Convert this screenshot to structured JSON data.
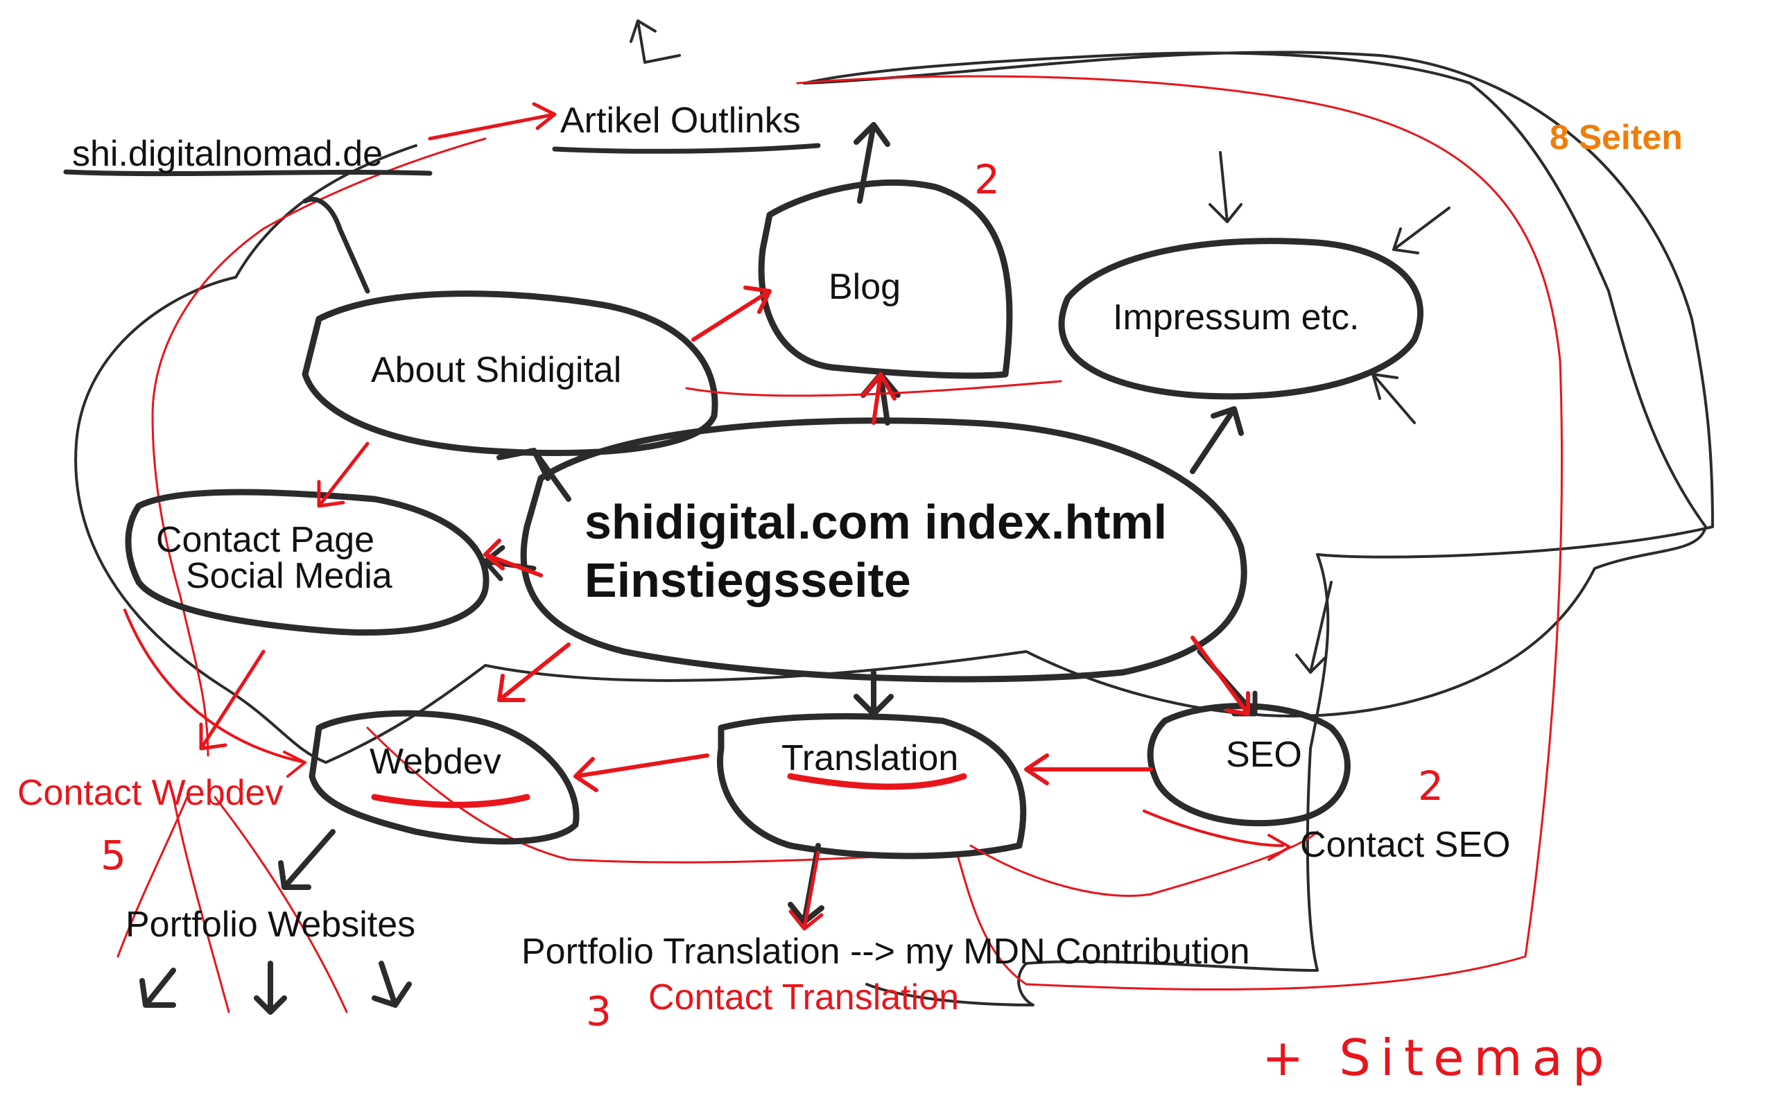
{
  "colors": {
    "ink": "#2b2b2b",
    "red": "#e8151b",
    "orange": "#f07d08",
    "label": "#111111"
  },
  "nodes": {
    "index_line1": "shidigital.com index.html",
    "index_line2": "Einstiegsseite",
    "blog": "Blog",
    "impressum": "Impressum etc.",
    "about": "About Shidigital",
    "contact_line1": "Contact Page",
    "contact_line2": "Social Media",
    "webdev": "Webdev",
    "translation": "Translation",
    "seo": "SEO"
  },
  "labels": {
    "subdomain": "shi.digitalnomad.de",
    "outlinks": "Artikel Outlinks",
    "page_count": "8 Seiten",
    "contact_webdev": "Contact Webdev",
    "contact_seo": "Contact SEO",
    "portfolio_websites": "Portfolio Websites",
    "portfolio_translation": "Portfolio Translation --> my MDN Contribution",
    "contact_translation": "Contact Translation"
  },
  "annotations": {
    "num_blog": "2",
    "num_seo": "2",
    "num_webdev": "5",
    "num_translation": "3",
    "sitemap": "+ Sitemap"
  }
}
